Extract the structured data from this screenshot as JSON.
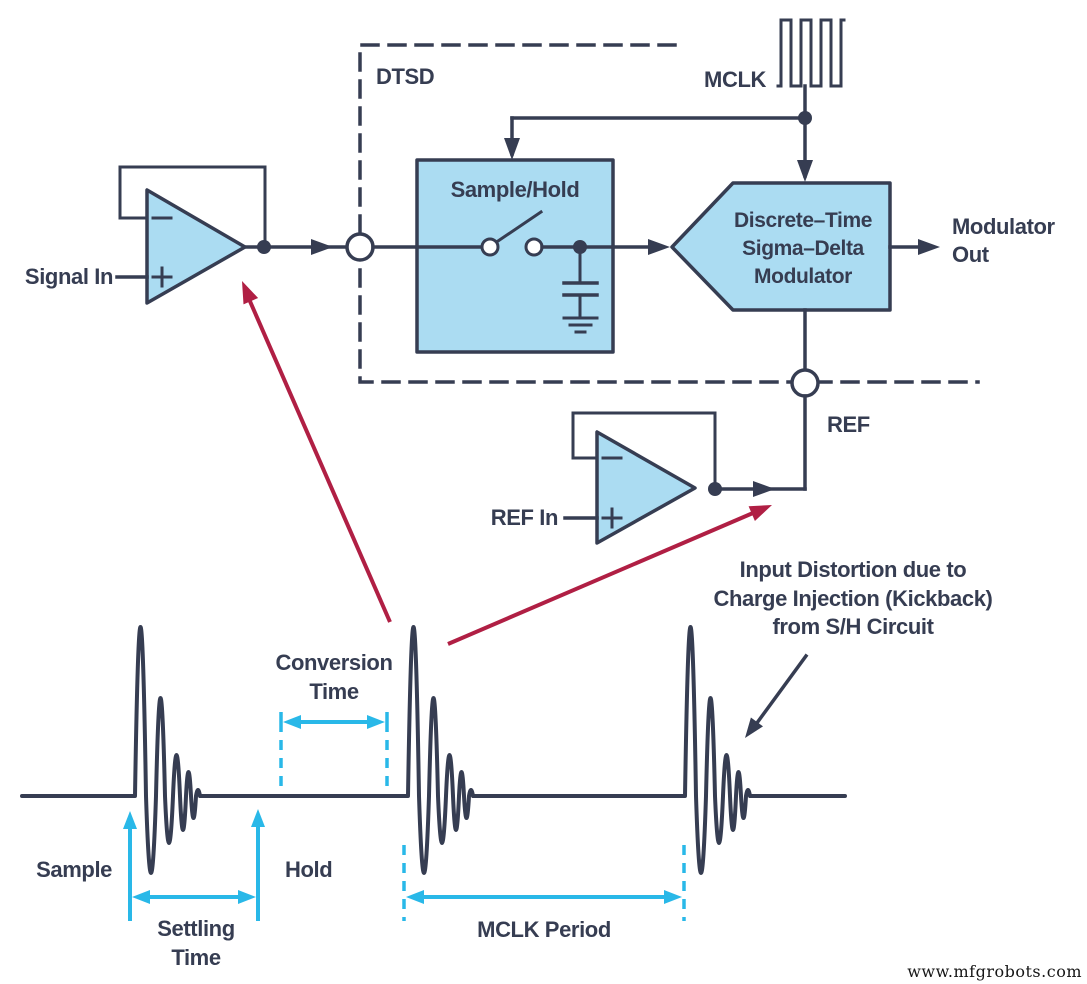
{
  "colors": {
    "navy": "#363D52",
    "lightblue": "#ABDCF2",
    "cyan": "#29B8E8",
    "red": "#B01F44",
    "ink": "#161616",
    "background": "#FFFFFF"
  },
  "diagram": {
    "dtsd_label": "DTSD",
    "mclk_label": "MCLK",
    "signal_in_label": "Signal In",
    "sample_hold_label": "Sample/Hold",
    "modulator_label": [
      "Discrete–Time",
      "Sigma–Delta",
      "Modulator"
    ],
    "modulator_out_label": [
      "Modulator",
      "Out"
    ],
    "ref_label": "REF",
    "ref_in_label": "REF In"
  },
  "waveform": {
    "sample_label": "Sample",
    "hold_label": "Hold",
    "settling_time_label": [
      "Settling",
      "Time"
    ],
    "conversion_time_label": [
      "Conversion",
      "Time"
    ],
    "mclk_period_label": "MCLK Period",
    "kickback_note": [
      "Input Distortion due to",
      "Charge Injection (Kickback)",
      "from S/H Circuit"
    ]
  },
  "watermark": "www.mfgrobots.com"
}
